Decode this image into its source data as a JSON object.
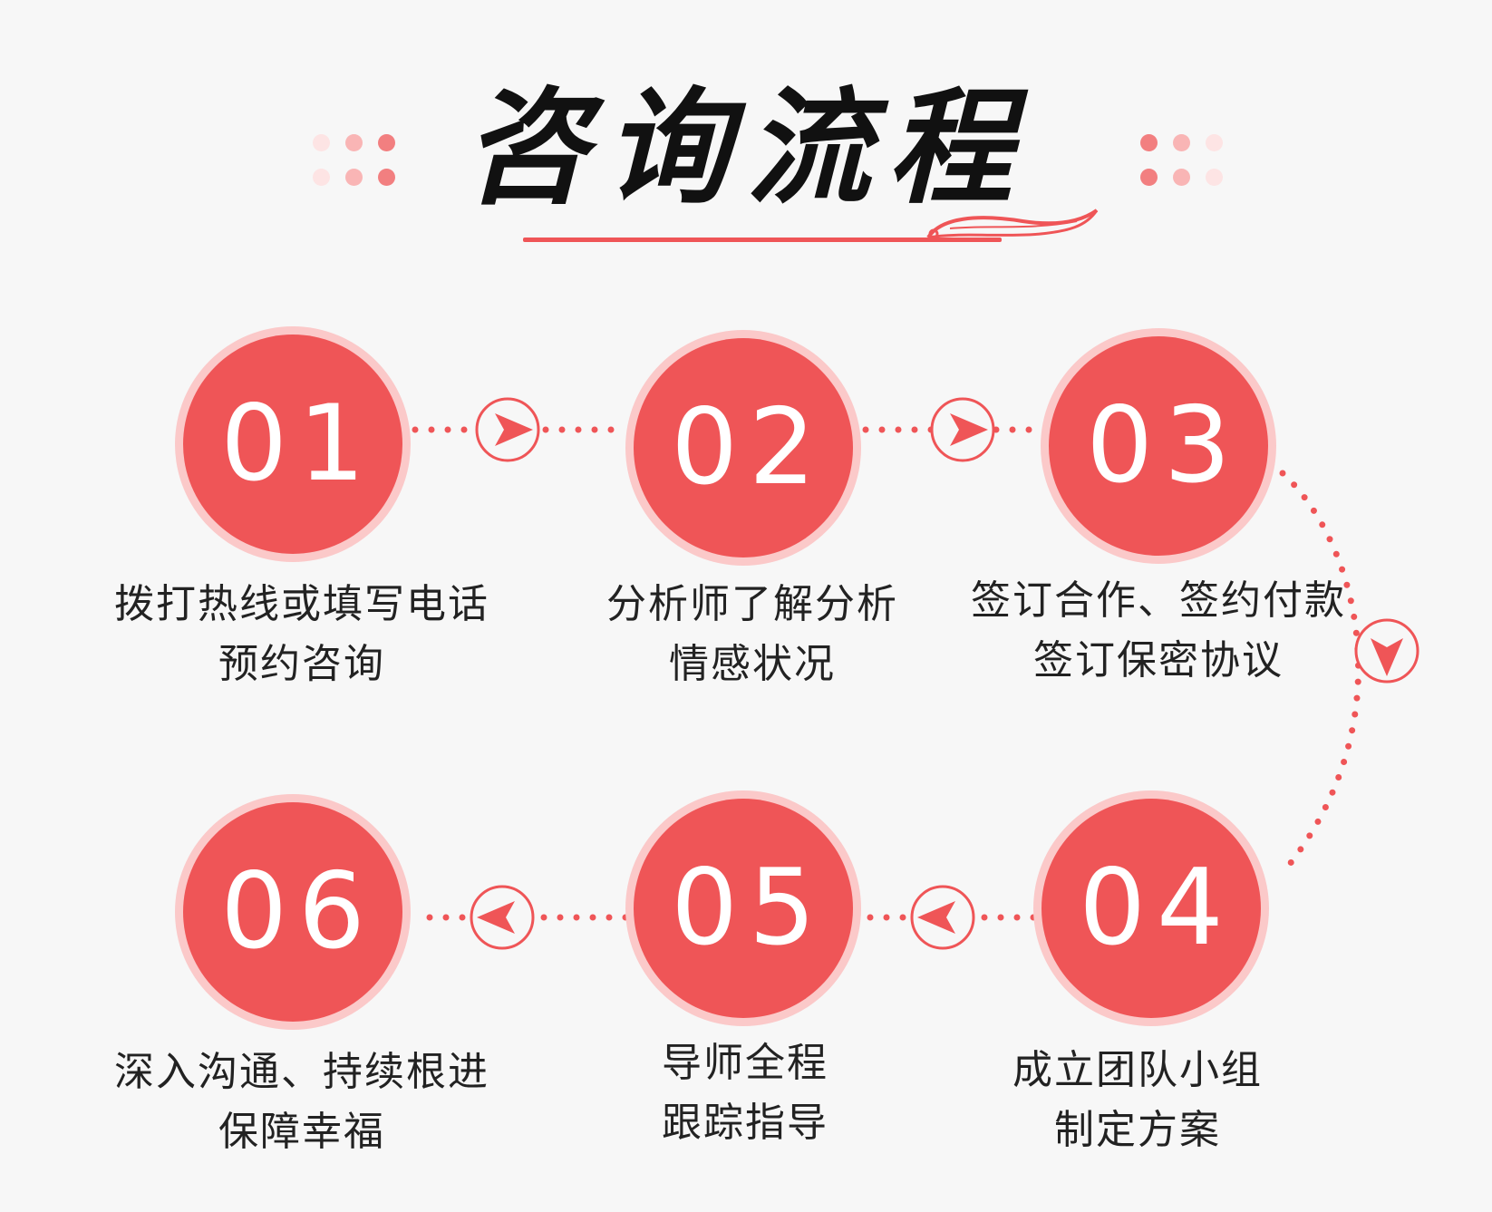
{
  "title": "咨询流程",
  "steps": [
    {
      "number": "01",
      "line1": "拨打热线或填写电话",
      "line2": "预约咨询"
    },
    {
      "number": "02",
      "line1": "分析师了解分析",
      "line2": "情感状况"
    },
    {
      "number": "03",
      "line1": "签订合作、签约付款",
      "line2": "签订保密协议"
    },
    {
      "number": "04",
      "line1": "成立团队小组",
      "line2": "制定方案"
    },
    {
      "number": "05",
      "line1": "导师全程",
      "line2": "跟踪指导"
    },
    {
      "number": "06",
      "line1": "深入沟通、持续根进",
      "line2": "保障幸福"
    }
  ],
  "colors": {
    "accent": "#ef5557",
    "ring": "#fbc9c9",
    "background": "#f7f7f7"
  }
}
